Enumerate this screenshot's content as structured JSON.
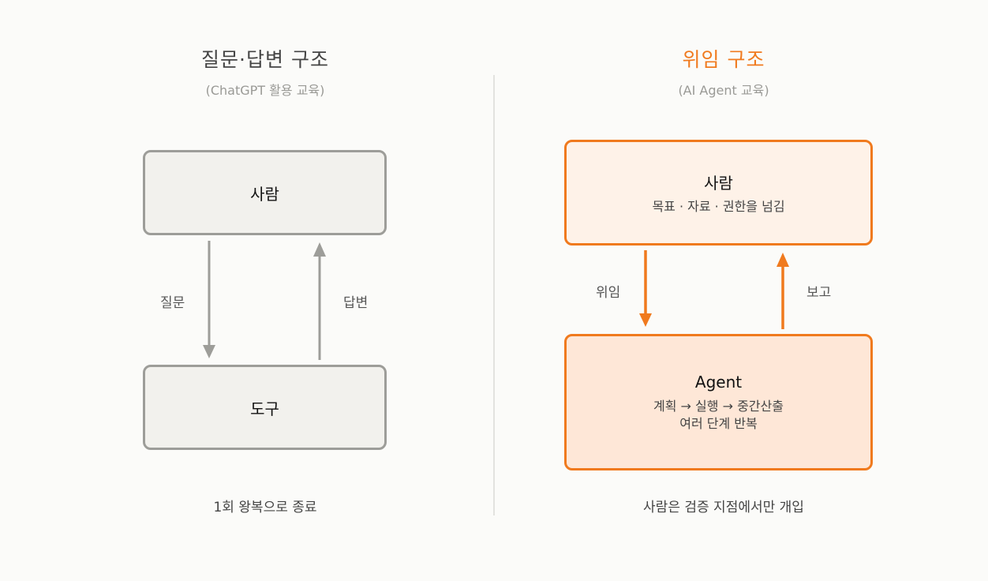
{
  "colors": {
    "background": "#fbfbf9",
    "neutral_stroke": "#9d9d99",
    "neutral_fill": "#f2f1ed",
    "accent": "#f07a1e",
    "accent_fill_light": "#fef2e8",
    "accent_fill": "#fee7d7"
  },
  "left": {
    "title": "질문·답변 구조",
    "subtitle": "(ChatGPT 활용 교육)",
    "top_box": "사람",
    "bottom_box": "도구",
    "down_label": "질문",
    "up_label": "답변",
    "footer": "1회 왕복으로 종료"
  },
  "right": {
    "title": "위임 구조",
    "subtitle": "(AI Agent 교육)",
    "top_box": {
      "title": "사람",
      "subtitle": "목표 · 자료 · 권한을 넘김"
    },
    "bottom_box": {
      "title": "Agent",
      "line1": "계획 → 실행 → 중간산출",
      "line2": "여러 단계 반복"
    },
    "down_label": "위임",
    "up_label": "보고",
    "footer": "사람은 검증 지점에서만 개입"
  }
}
